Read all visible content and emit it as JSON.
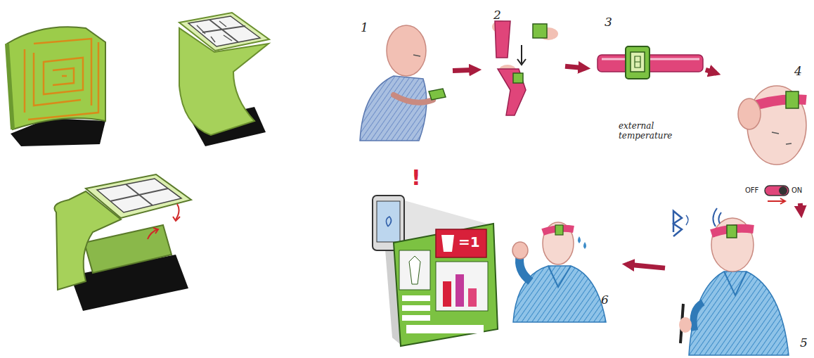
{
  "diagram": {
    "nodes": [
      {
        "text": [
          "1"
        ]
      },
      {
        "text": [
          "2"
        ]
      },
      {
        "text": [
          "3",
          "external temperature"
        ]
      },
      {
        "text": [
          "4"
        ]
      },
      {
        "text": [
          "5"
        ]
      },
      {
        "text": [
          "6"
        ]
      }
    ],
    "edges": [
      {
        "from": 0,
        "to": 1,
        "arrow": "to"
      },
      {
        "from": 1,
        "to": 2,
        "arrow": "to"
      },
      {
        "from": 2,
        "to": 3,
        "arrow": "to"
      },
      {
        "from": 3,
        "to": 4,
        "arrow": "to"
      },
      {
        "from": 4,
        "to": 5,
        "arrow": "to"
      }
    ],
    "labels": [
      "OFF",
      "ON",
      "!",
      "=1"
    ]
  }
}
